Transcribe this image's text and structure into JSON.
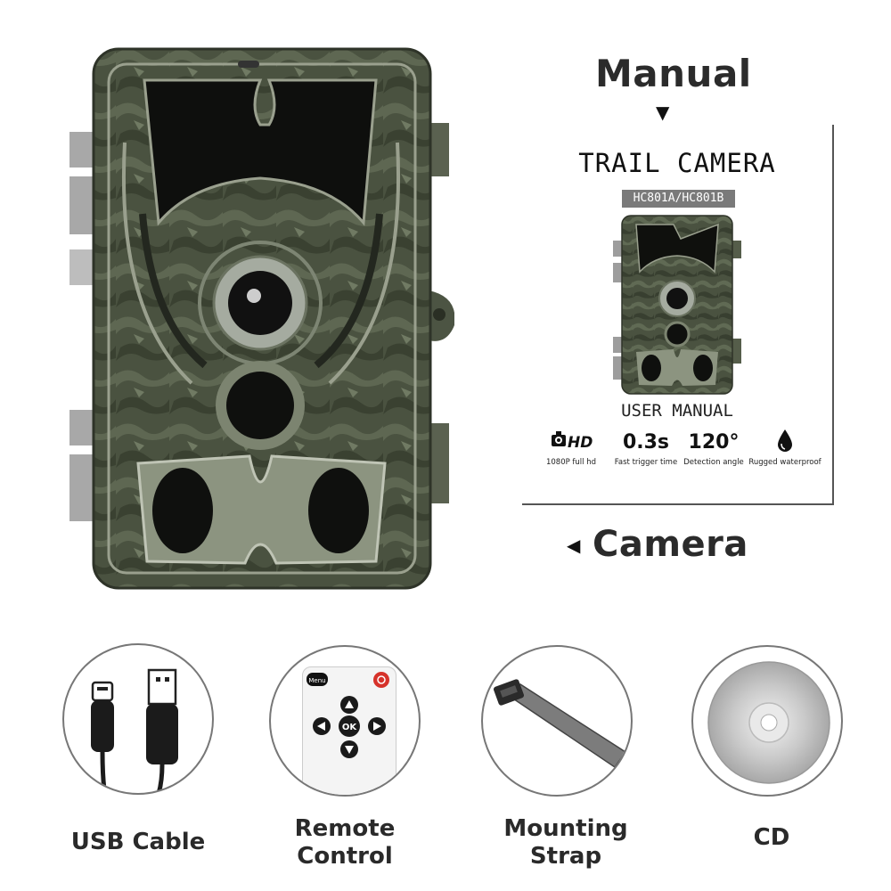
{
  "headings": {
    "manual": "Manual",
    "camera": "Camera"
  },
  "manual_cover": {
    "title": "TRAIL CAMERA",
    "model": "HC801A/HC801B",
    "subtitle": "USER MANUAL",
    "specs": [
      {
        "icon": "hd-camera-icon",
        "big": "HD",
        "caption": "1080P full hd"
      },
      {
        "big": "0.3s",
        "caption": "Fast trigger time"
      },
      {
        "big": "120°",
        "caption": "Detection angle"
      },
      {
        "icon": "water-drop-icon",
        "caption": "Rugged waterproof"
      }
    ]
  },
  "accessories": [
    {
      "label": "USB Cable",
      "icon": "usb-cable-icon"
    },
    {
      "label": "Remote Control",
      "icon": "remote-control-icon"
    },
    {
      "label": "Mounting Strap",
      "icon": "strap-icon"
    },
    {
      "label": "CD",
      "icon": "cd-icon"
    }
  ],
  "remote": {
    "menu": "Menu",
    "ok": "OK"
  },
  "colors": {
    "camo_dark": "#3c4232",
    "camo_mid": "#5d6650",
    "camo_light": "#8c9480",
    "text_dark": "#2b2b2b"
  }
}
